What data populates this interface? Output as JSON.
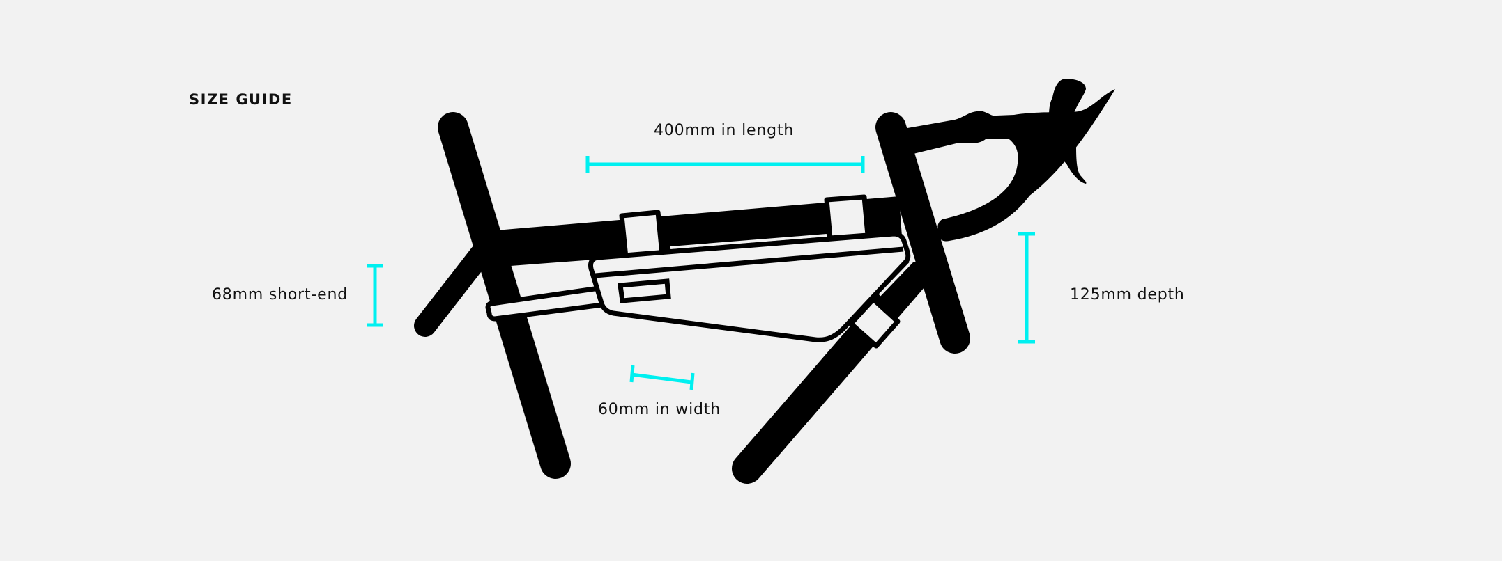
{
  "header": {
    "title": "SIZE GUIDE"
  },
  "measurements": {
    "length": "400mm in length",
    "short_end": "68mm short-end",
    "width": "60mm in width",
    "depth": "125mm depth"
  },
  "colors": {
    "background": "#f2f2f2",
    "frame": "#000000",
    "dimension_lines": "#00f0f0",
    "text": "#111111"
  },
  "diagram": {
    "subject": "bicycle frame with frame bag",
    "parts": [
      "seat-tube",
      "top-tube",
      "down-tube",
      "head-tube",
      "seat-stay",
      "chain-stay",
      "stem",
      "drop-handlebar",
      "brake-lever",
      "frame-bag",
      "velcro-straps",
      "bag-zipper-pull"
    ]
  }
}
